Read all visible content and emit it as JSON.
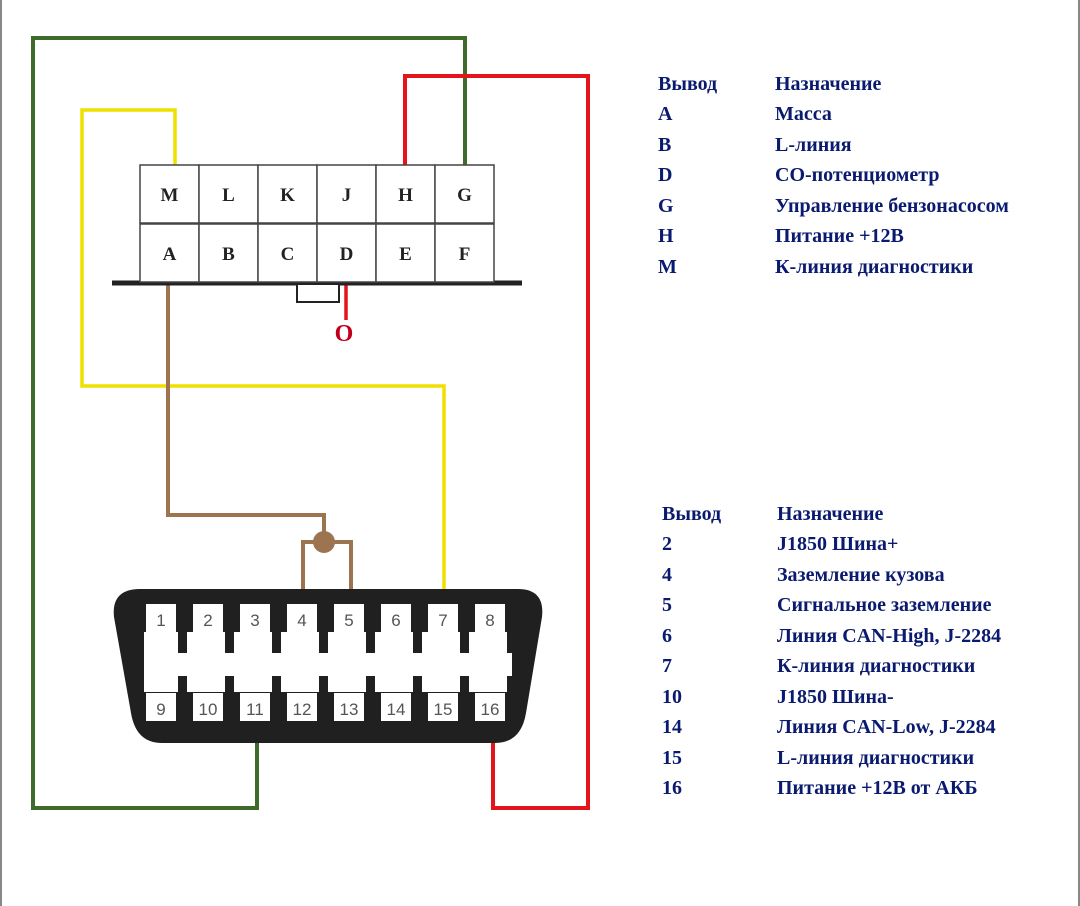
{
  "connector_top": {
    "top_row": [
      "M",
      "L",
      "K",
      "J",
      "H",
      "G"
    ],
    "bottom_row": [
      "A",
      "B",
      "C",
      "D",
      "E",
      "F"
    ],
    "o_label": "O"
  },
  "obd_pins": {
    "top": [
      "1",
      "2",
      "3",
      "4",
      "5",
      "6",
      "7",
      "8"
    ],
    "bottom": [
      "9",
      "10",
      "11",
      "12",
      "13",
      "14",
      "15",
      "16"
    ]
  },
  "wire_colors": {
    "green": "#3e6b2a",
    "red": "#e3141b",
    "yellow": "#f0e000",
    "brown": "#9c7450"
  },
  "legend_top": {
    "header": {
      "pin": "Вывод",
      "desc": "Назначение"
    },
    "rows": [
      {
        "pin": "A",
        "desc": "Масса"
      },
      {
        "pin": "B",
        "desc": "L-линия"
      },
      {
        "pin": "D",
        "desc": "CO-потенциометр"
      },
      {
        "pin": "G",
        "desc": "Управление бензонасосом"
      },
      {
        "pin": "H",
        "desc": "Питание +12В"
      },
      {
        "pin": "M",
        "desc": "К-линия диагностики"
      }
    ]
  },
  "legend_bottom": {
    "header": {
      "pin": "Вывод",
      "desc": "Назначение"
    },
    "rows": [
      {
        "pin": "2",
        "desc": "J1850 Шина+"
      },
      {
        "pin": "4",
        "desc": "Заземление кузова"
      },
      {
        "pin": "5",
        "desc": "Сигнальное заземление"
      },
      {
        "pin": "6",
        "desc": "Линия CAN-High, J-2284"
      },
      {
        "pin": "7",
        "desc": "К-линия диагностики"
      },
      {
        "pin": "10",
        "desc": "J1850 Шина-"
      },
      {
        "pin": "14",
        "desc": "Линия CAN-Low, J-2284"
      },
      {
        "pin": "15",
        "desc": "L-линия диагностики"
      },
      {
        "pin": "16",
        "desc": "Питание +12В от АКБ"
      }
    ]
  }
}
